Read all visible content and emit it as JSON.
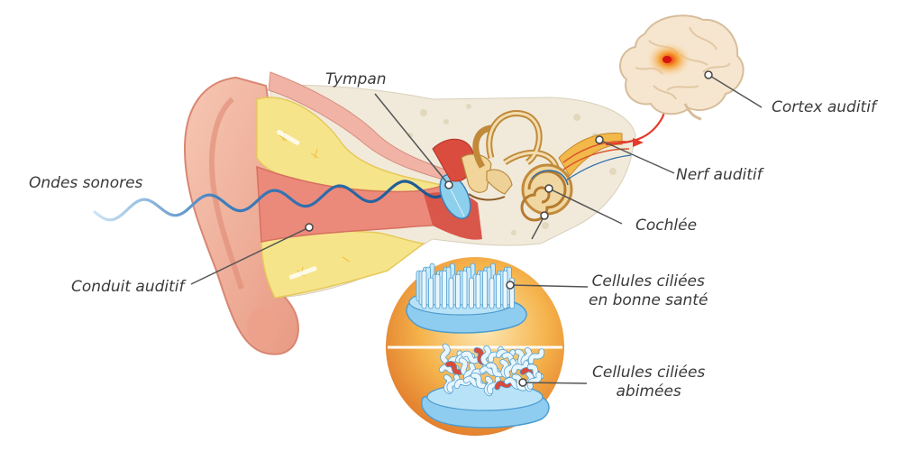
{
  "labels": {
    "ondes_sonores": "Ondes sonores",
    "tympan": "Tympan",
    "conduit_auditif": "Conduit auditif",
    "cortex_auditif": "Cortex auditif",
    "nerf_auditif": "Nerf auditif",
    "cochlee": "Cochlée",
    "cellules_saines_l1": "Cellules ciliées",
    "cellules_saines_l2": "en bonne santé",
    "cellules_abimees_l1": "Cellules ciliées",
    "cellules_abimees_l2": "abimées"
  },
  "colors": {
    "skin": "#f1b6a0",
    "skin_shadow": "#e28f7c",
    "canal_pink": "#e97d6f",
    "bone": "#f3ecd9",
    "cartilage_yellow": "#f6e58c",
    "wave_blue": "#1f5d99",
    "eardrum_blue": "#7ec6ea",
    "cochlea_brown": "#c48b3c",
    "nerve_red": "#e53a2c",
    "sphere_orange": "#f2a33d",
    "cell_blue": "#8fcdf0",
    "leader_line": "#555555"
  },
  "icons": [
    "ear-illustration",
    "brain-icon",
    "cochlea-illustration",
    "hair-cells-sphere"
  ]
}
